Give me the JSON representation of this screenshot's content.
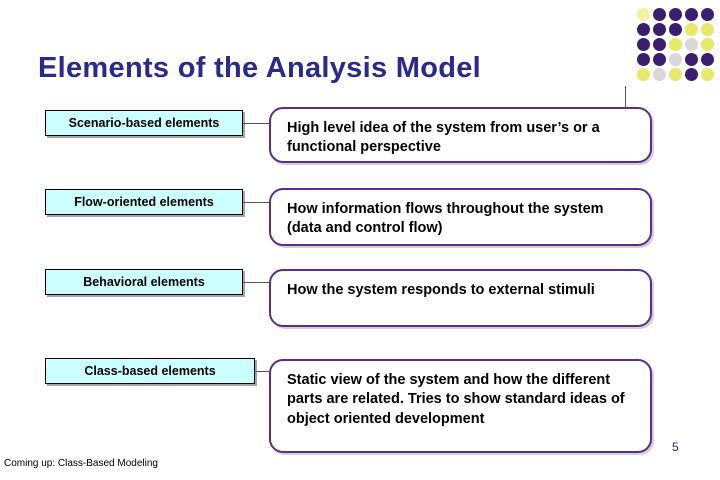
{
  "slide": {
    "title": "Elements of the Analysis Model",
    "page_number": "5",
    "footer_note": "Coming up: Class-Based Modeling",
    "title_color": "#2a2a8c",
    "left_box_fill": "#ccffff",
    "right_box_border": "#5b2d91"
  },
  "rows": [
    {
      "label": "Scenario-based elements",
      "description": "High level idea of the system from user’s or a functional perspective"
    },
    {
      "label": "Flow-oriented elements",
      "description": "How information flows throughout the system (data and control flow)"
    },
    {
      "label": "Behavioral elements",
      "description": "How the system responds to external stimuli"
    },
    {
      "label": "Class-based elements",
      "description": "Static view of the system and how the different parts are related. Tries to show standard ideas of object oriented development"
    }
  ],
  "decor": {
    "dot_colors": [
      [
        "#f2f2a0",
        "#3a1f6e",
        "#3a1f6e",
        "#3a1f6e",
        "#3a1f6e"
      ],
      [
        "#3a1f6e",
        "#3a1f6e",
        "#3a1f6e",
        "#e8e86a",
        "#e8e86a"
      ],
      [
        "#3a1f6e",
        "#3a1f6e",
        "#e8e86a",
        "#d8d8d8",
        "#e8e86a"
      ],
      [
        "#3a1f6e",
        "#3a1f6e",
        "#d8d8d8",
        "#3a1f6e",
        "#3a1f6e"
      ],
      [
        "#e8e86a",
        "#d8d8d8",
        "#e8e86a",
        "#3a1f6e",
        "#e8e86a"
      ]
    ]
  }
}
